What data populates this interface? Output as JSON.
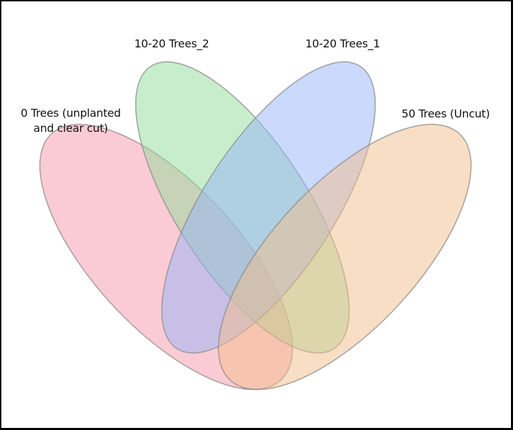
{
  "diagram": {
    "type": "venn-4-set",
    "sets": [
      {
        "id": "set-0-trees",
        "label_line1": "0 Trees (unplanted",
        "label_line2": "and clear cut)",
        "fill": "#f48ba0",
        "stroke": "#8a8a8a"
      },
      {
        "id": "set-10-20-trees-2",
        "label_line1": "10-20 Trees_2",
        "label_line2": "",
        "fill": "#92dc9a",
        "stroke": "#8a8a8a"
      },
      {
        "id": "set-10-20-trees-1",
        "label_line1": "10-20 Trees_1",
        "label_line2": "",
        "fill": "#95b4fa",
        "stroke": "#8a8a8a"
      },
      {
        "id": "set-50-trees-uncut",
        "label_line1": "50 Trees (Uncut)",
        "label_line2": "",
        "fill": "#f2bd8a",
        "stroke": "#8a8a8a"
      }
    ]
  }
}
